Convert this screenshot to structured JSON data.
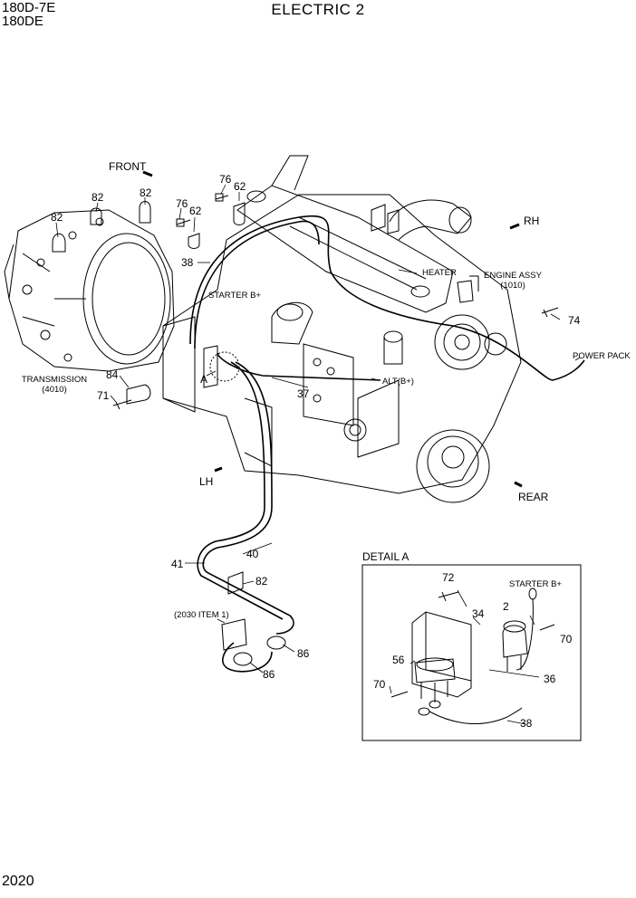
{
  "header": {
    "model_line_1": "180D-7E",
    "model_line_2": "180DE",
    "title": "ELECTRIC 2"
  },
  "footer": {
    "page_number": "2020"
  },
  "directions": {
    "front": "FRONT",
    "rh": "RH",
    "lh": "LH",
    "rear": "REAR"
  },
  "labels": {
    "transmission": "TRANSMISSION",
    "transmission_ref": "(4010)",
    "engine_assy": "ENGINE ASSY",
    "engine_assy_ref": "(1010)",
    "heater": "HEATER",
    "starter_b": "STARTER B+",
    "alt_b": "ALT(B+)",
    "power_pack": "POWER PACK",
    "item_ref_2030": "(2030 ITEM 1)",
    "detail_a_title": "DETAIL A",
    "detail_starter_b": "STARTER B+",
    "detail_marker_a": "A"
  },
  "callouts": {
    "c82_a": "82",
    "c82_b": "82",
    "c82_c": "82",
    "c82_d": "82",
    "c76_a": "76",
    "c62_a": "62",
    "c76_b": "76",
    "c62_b": "62",
    "c38": "38",
    "c84": "84",
    "c71": "71",
    "c37": "37",
    "c74": "74",
    "c40": "40",
    "c41": "41",
    "c86_a": "86",
    "c86_b": "86",
    "d72": "72",
    "d34": "34",
    "d2": "2",
    "d70_a": "70",
    "d56": "56",
    "d36": "36",
    "d70_b": "70",
    "d38": "38"
  },
  "colors": {
    "line": "#000000",
    "background": "#ffffff"
  }
}
